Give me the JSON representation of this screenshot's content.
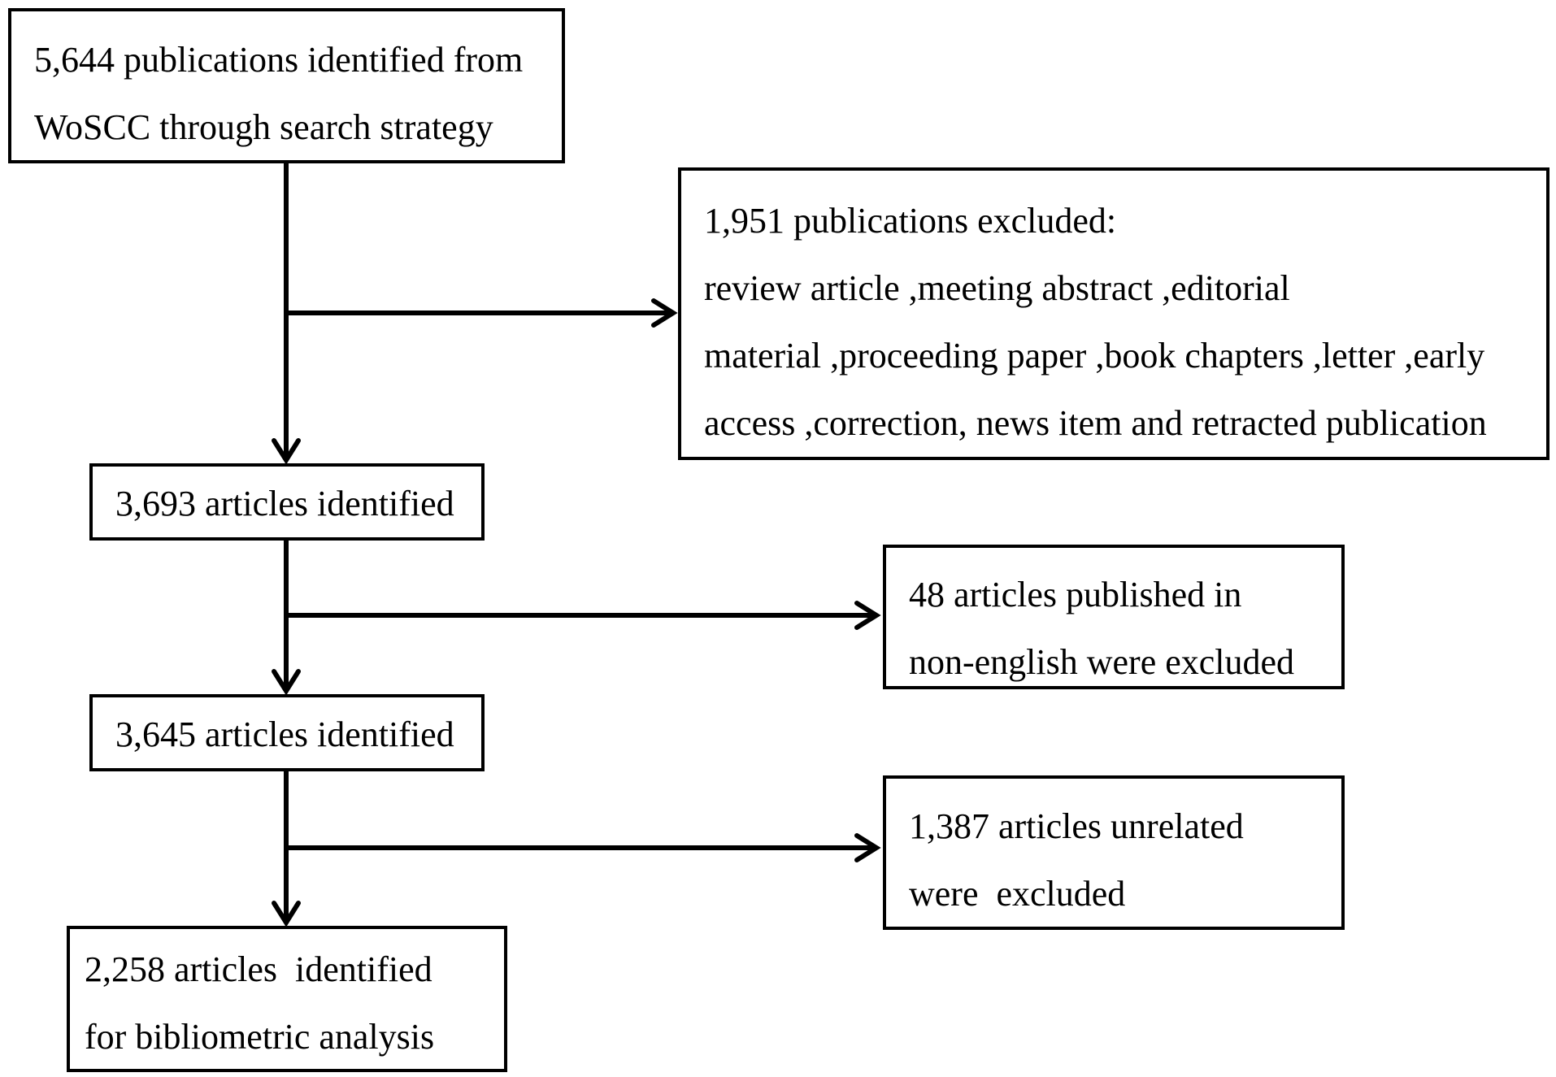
{
  "diagram": {
    "type": "flowchart",
    "boxes": {
      "identified_woscc": {
        "lines": [
          "5,644 publications identified from",
          "WoSCC through search strategy"
        ]
      },
      "excluded_doc_types": {
        "lines": [
          "1,951 publications excluded:",
          "review article ,meeting abstract ,editorial",
          "material ,proceeding paper ,book chapters ,letter ,early",
          "access ,correction, news item and retracted publication"
        ]
      },
      "articles_3693": {
        "lines": [
          "3,693 articles identified"
        ]
      },
      "excluded_language": {
        "lines": [
          "48 articles published in",
          "non-english were excluded"
        ]
      },
      "articles_3645": {
        "lines": [
          "3,645 articles identified"
        ]
      },
      "excluded_unrelated": {
        "lines": [
          "1,387 articles unrelated",
          "were  excluded"
        ]
      },
      "final_articles": {
        "lines": [
          "2,258 articles  identified",
          "for bibliometric analysis"
        ]
      }
    },
    "edges": [
      {
        "from": "identified_woscc",
        "to": "articles_3693"
      },
      {
        "from": "identified_woscc",
        "to": "excluded_doc_types"
      },
      {
        "from": "articles_3693",
        "to": "articles_3645"
      },
      {
        "from": "articles_3693",
        "to": "excluded_language"
      },
      {
        "from": "articles_3645",
        "to": "final_articles"
      },
      {
        "from": "articles_3645",
        "to": "excluded_unrelated"
      }
    ]
  }
}
